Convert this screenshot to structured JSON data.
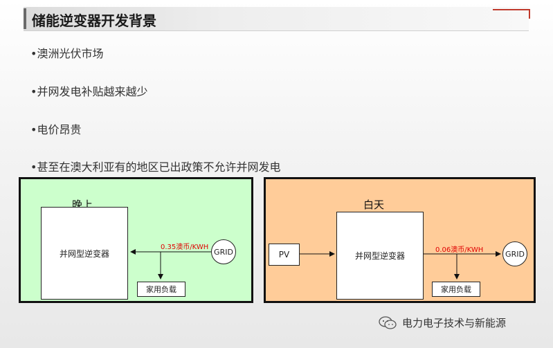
{
  "title": "储能逆变器开发背景",
  "bullets": [
    "•澳洲光伏市场",
    "•并网发电补贴越来越少",
    "•电价昂贵",
    "•甚至在澳大利亚有的地区已出政策不允许并网发电"
  ],
  "night": {
    "caption": "晚上",
    "inverter": "并网型逆变器",
    "grid": "GRID",
    "price": "0.35澳币/KWH",
    "load": "家用负载",
    "background_color": "#ccffcc"
  },
  "day": {
    "caption": "白天",
    "pv": "PV",
    "inverter": "并网型逆变器",
    "grid": "GRID",
    "price": "0.06澳币/KWH",
    "load": "家用负载",
    "background_color": "#ffcc99"
  },
  "watermark": {
    "icon": "wechat-icon",
    "text": "电力电子技术与新能源"
  }
}
